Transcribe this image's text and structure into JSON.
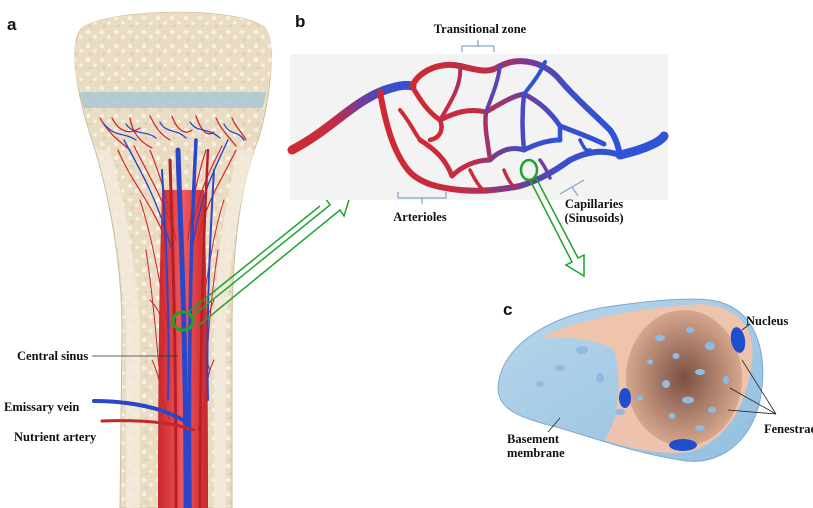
{
  "panels": {
    "a": {
      "letter": "a"
    },
    "b": {
      "letter": "b"
    },
    "c": {
      "letter": "c"
    }
  },
  "labels": {
    "central_sinus": "Central sinus",
    "emissary_vein": "Emissary vein",
    "nutrient_artery": "Nutrient artery",
    "transitional_zone": "Transitional zone",
    "arterioles": "Arterioles",
    "capillaries_line1": "Capillaries",
    "capillaries_line2": "(Sinusoids)",
    "nucleus": "Nucleus",
    "fenestrae": "Fenestrae",
    "basement_line1": "Basement",
    "basement_line2": "membrane"
  },
  "colors": {
    "artery_red": "#d42a2f",
    "vein_blue": "#2f4fd0",
    "transition_purple": "#7a3a8c",
    "highlight_green": "#1fa32b",
    "bone_beige": "#eee3cf",
    "marrow_red": "#e0353a",
    "growth_plate_blue": "#a9c8d2",
    "membrane_lightblue": "#a9cde6",
    "cell_pink": "#f1c3aa",
    "nucleus_blue": "#1f4fcf"
  }
}
